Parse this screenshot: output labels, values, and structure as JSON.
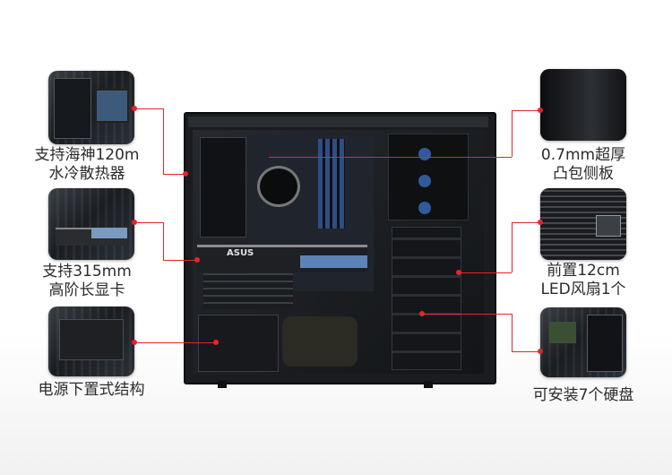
{
  "features": [
    {
      "id": "cooler",
      "label": [
        "支持海神120m",
        "水冷散热器"
      ]
    },
    {
      "id": "gpu",
      "label": [
        "支持315mm",
        "高阶长显卡"
      ]
    },
    {
      "id": "psu",
      "label": [
        "电源下置式结构"
      ]
    },
    {
      "id": "panel",
      "label": [
        "0.7mm超厚",
        "凸包侧板"
      ]
    },
    {
      "id": "fan",
      "label": [
        "前置12cm",
        "LED风扇1个"
      ]
    },
    {
      "id": "drives",
      "label": [
        "可安装7个硬盘"
      ]
    }
  ],
  "gpu_brand": "ASUS",
  "accent_color": "#e2262c"
}
